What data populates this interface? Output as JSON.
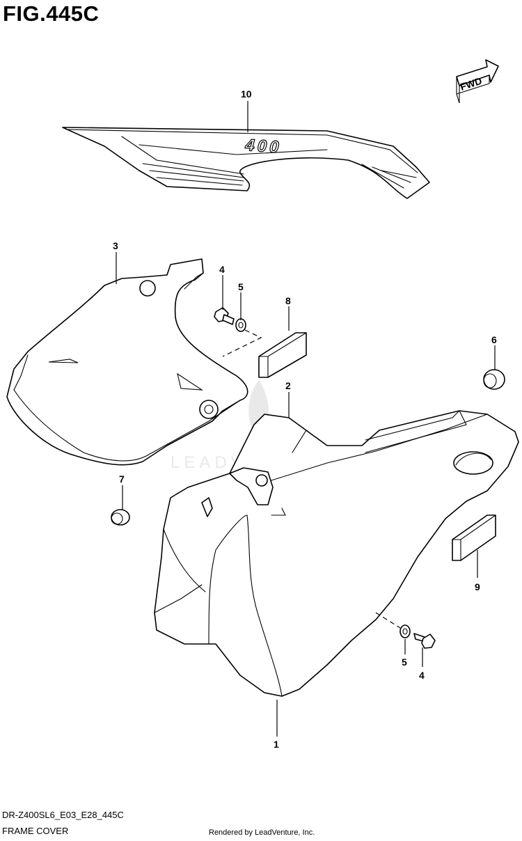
{
  "figure": {
    "title": "FIG.445C",
    "code": "DR-Z400SL6_E03_E28_445C",
    "name": "FRAME COVER",
    "rendered_by": "Rendered by LeadVenture, Inc.",
    "watermark": "LEADVENTURE",
    "fwd_label": "FWD",
    "decal_text": "400"
  },
  "callouts": [
    {
      "id": "1",
      "label": "1"
    },
    {
      "id": "2",
      "label": "2"
    },
    {
      "id": "3",
      "label": "3"
    },
    {
      "id": "4a",
      "label": "4"
    },
    {
      "id": "5a",
      "label": "5"
    },
    {
      "id": "6",
      "label": "6"
    },
    {
      "id": "7",
      "label": "7"
    },
    {
      "id": "8",
      "label": "8"
    },
    {
      "id": "9",
      "label": "9"
    },
    {
      "id": "10",
      "label": "10"
    },
    {
      "id": "5b",
      "label": "5"
    },
    {
      "id": "4b",
      "label": "4"
    }
  ]
}
